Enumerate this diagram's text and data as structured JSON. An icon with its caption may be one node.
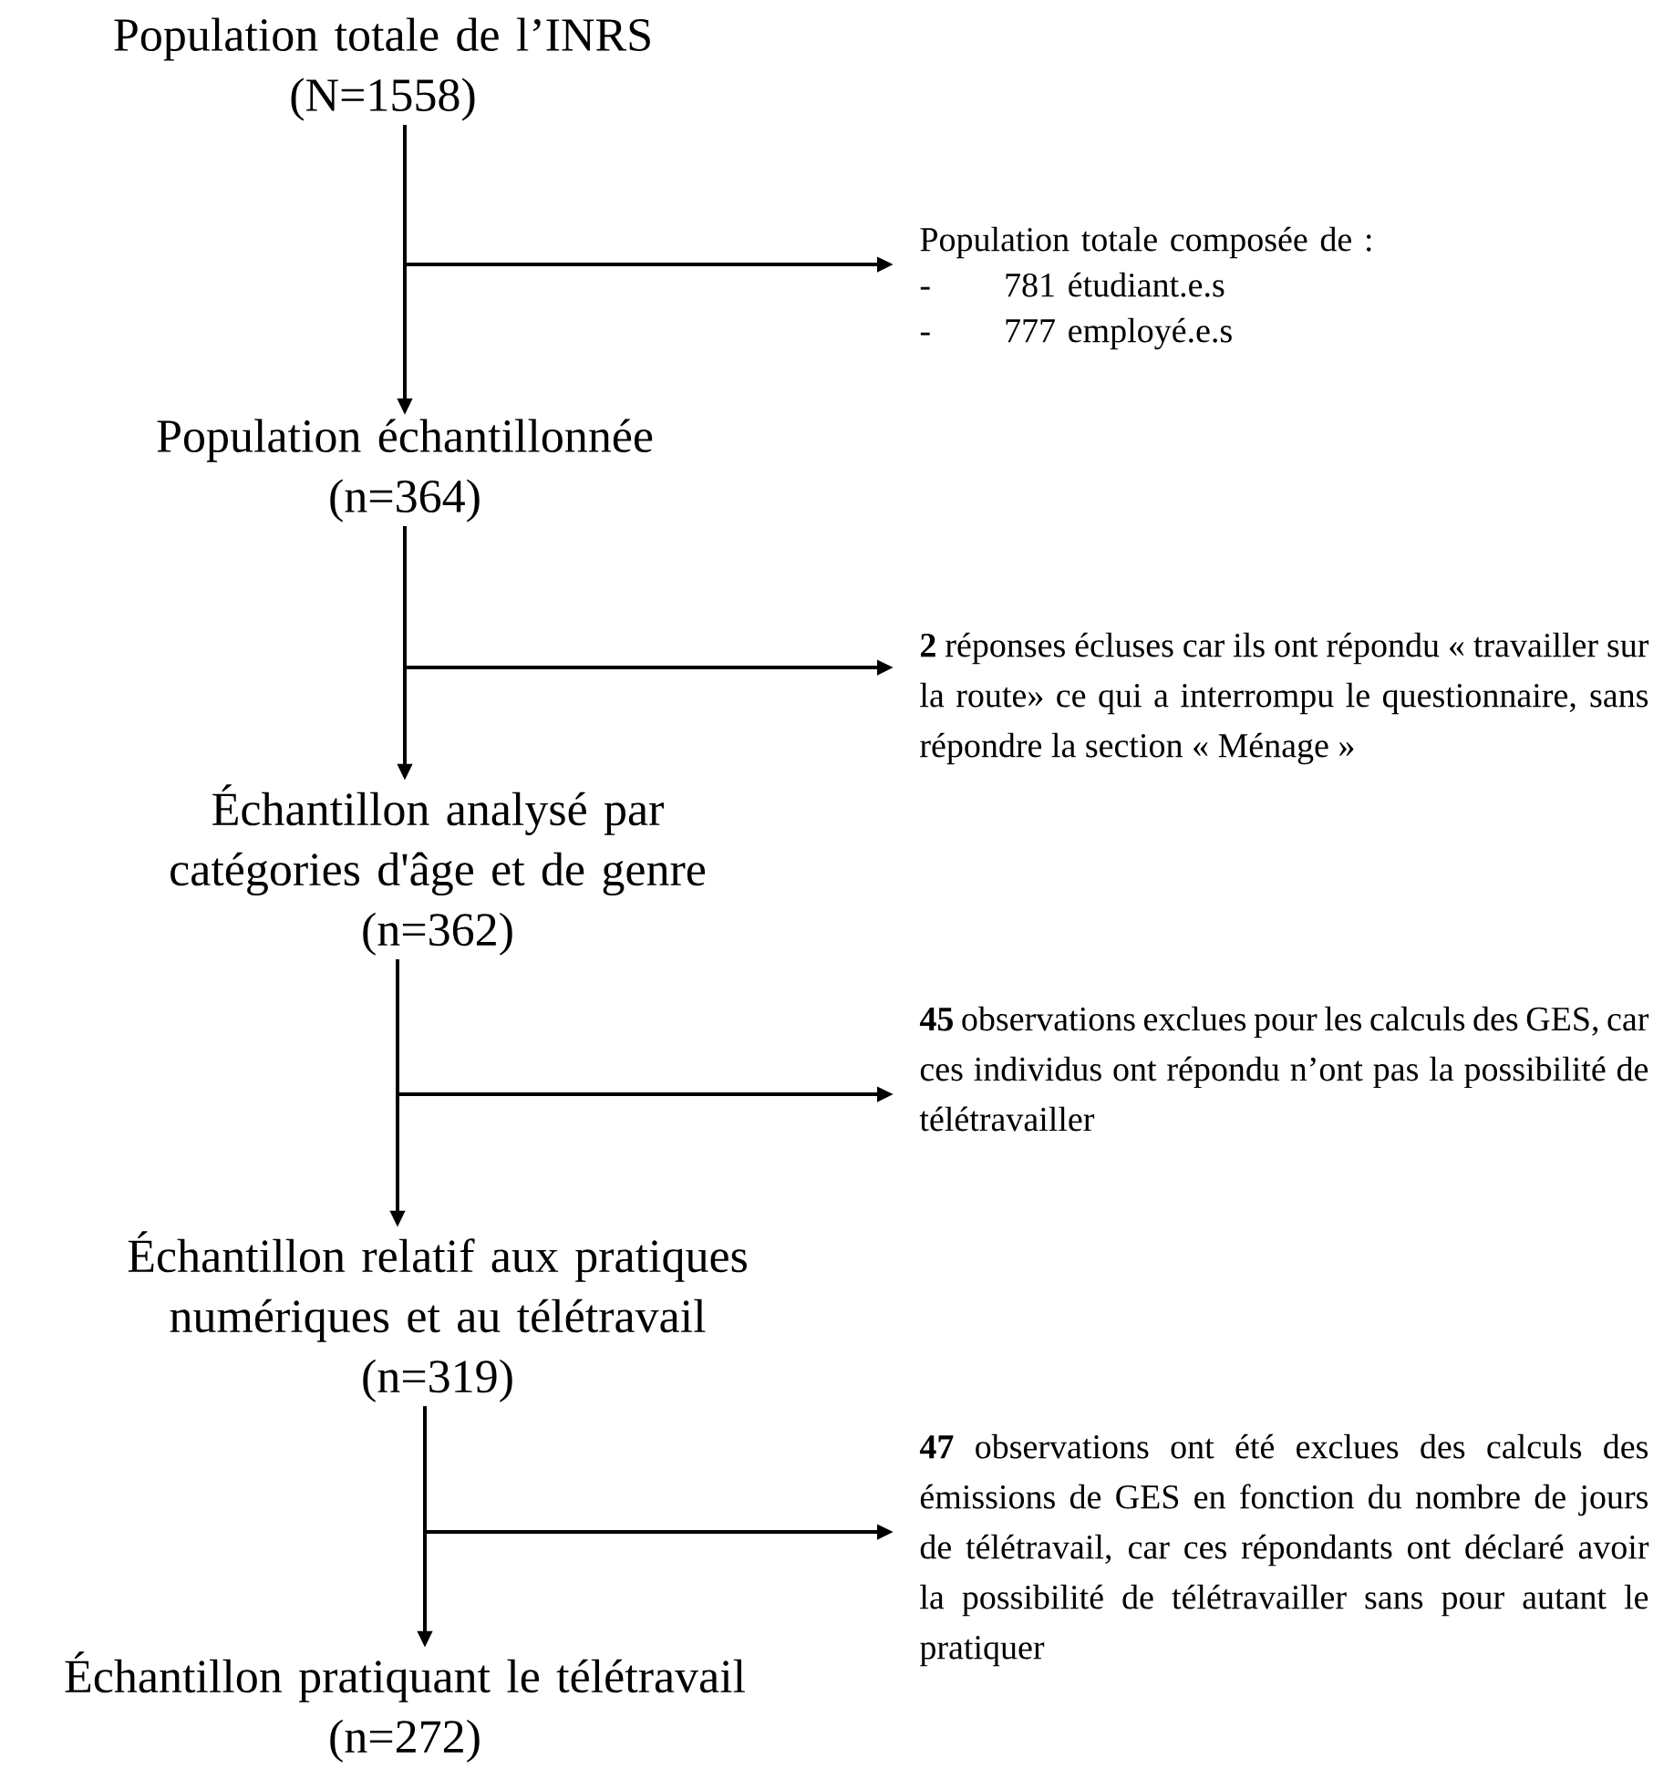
{
  "diagram": {
    "nodes": [
      {
        "text": [
          "Population totale de l’INRS",
          "(N=1558)"
        ]
      },
      {
        "text": [
          "Population totale composée de :",
          "-",
          "781 étudiant.e.s",
          "-",
          "777 employé.e.s"
        ]
      },
      {
        "text": [
          "Population échantillonnée",
          "(n=364)"
        ]
      },
      {
        "text": [
          "**2** réponses écluses car ils ont répondu « travailler sur la route» ce qui a interrompu le questionnaire, sans répondre la section « Ménage »"
        ]
      },
      {
        "text": [
          "Échantillon analysé par catégories d'âge et de genre",
          "(n=362)"
        ]
      },
      {
        "text": [
          "**45** observations exclues pour les calculs des GES, car ces individus ont répondu n’ont pas la possibilité de télétravailler"
        ]
      },
      {
        "text": [
          "Échantillon relatif aux pratiques numériques et au télétravail",
          "(n=319)"
        ]
      },
      {
        "text": [
          "**47** observations ont été exclues des calculs des émissions de GES en fonction du nombre de jours de télétravail, car ces répondants ont déclaré avoir la possibilité de télétravailler sans pour autant le pratiquer"
        ]
      },
      {
        "text": [
          "Échantillon pratiquant le télétravail",
          "(n=272)"
        ]
      }
    ],
    "edges": [
      {
        "from": 0,
        "to": 2,
        "arrow": "to"
      },
      {
        "from": 0,
        "to": 1,
        "arrow": "to"
      },
      {
        "from": 2,
        "to": 4,
        "arrow": "to"
      },
      {
        "from": 2,
        "to": 3,
        "arrow": "to"
      },
      {
        "from": 4,
        "to": 6,
        "arrow": "to"
      },
      {
        "from": 4,
        "to": 5,
        "arrow": "to"
      },
      {
        "from": 6,
        "to": 8,
        "arrow": "to"
      },
      {
        "from": 6,
        "to": 7,
        "arrow": "to"
      }
    ]
  }
}
